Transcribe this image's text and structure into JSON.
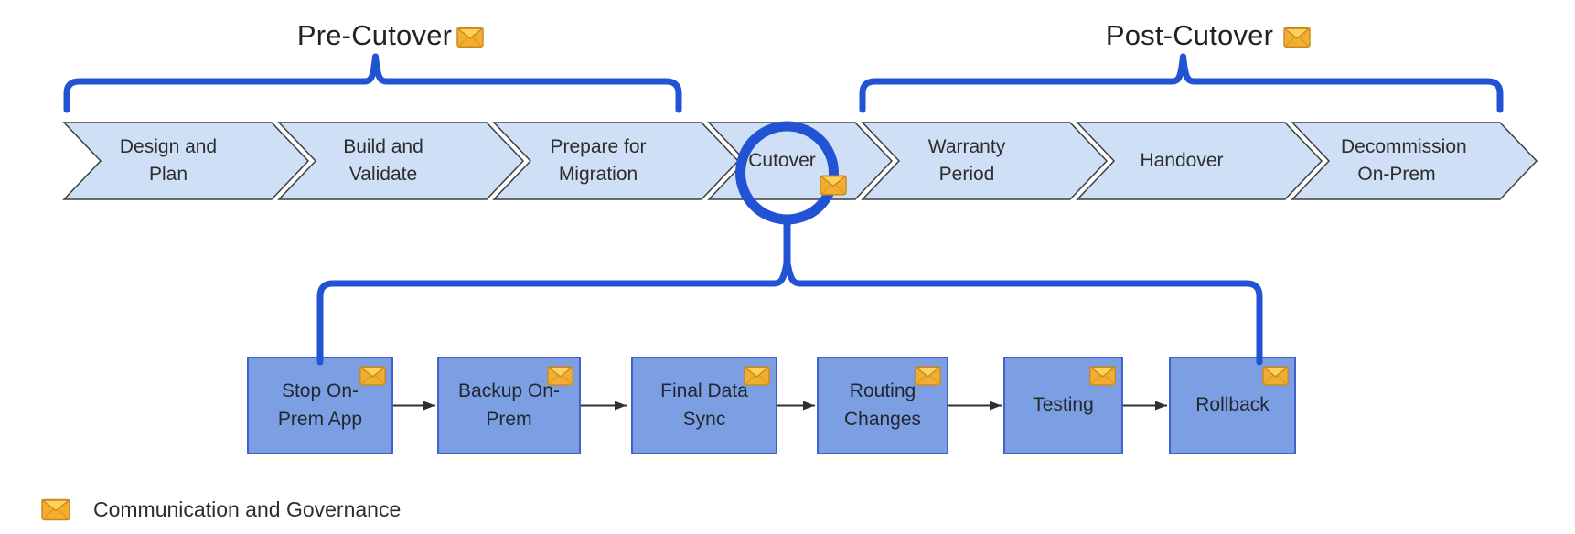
{
  "titles": {
    "pre_cutover": "Pre-Cutover",
    "post_cutover": "Post-Cutover"
  },
  "phases": [
    "Design and Plan",
    "Build and Validate",
    "Prepare for Migration",
    "Cutover",
    "Warranty Period",
    "Handover",
    "Decommission On-Prem"
  ],
  "cutover_steps": [
    "Stop On-Prem App",
    "Backup On-Prem",
    "Final Data Sync",
    "Routing Changes",
    "Testing",
    "Rollback"
  ],
  "legend": {
    "communication": "Communication and Governance"
  },
  "icons": {
    "envelope": "communication-and-governance-marker"
  },
  "colors": {
    "brace_blue": "#2153D4",
    "chevron_fill": "#CFE0F6",
    "chevron_border": "#3E3E3E",
    "step_box_fill": "#7C9FE4",
    "step_box_border": "#3F63C8",
    "connector_black": "#303030",
    "envelope_gold": "#F5B33B",
    "text": "#2D2D2D"
  }
}
